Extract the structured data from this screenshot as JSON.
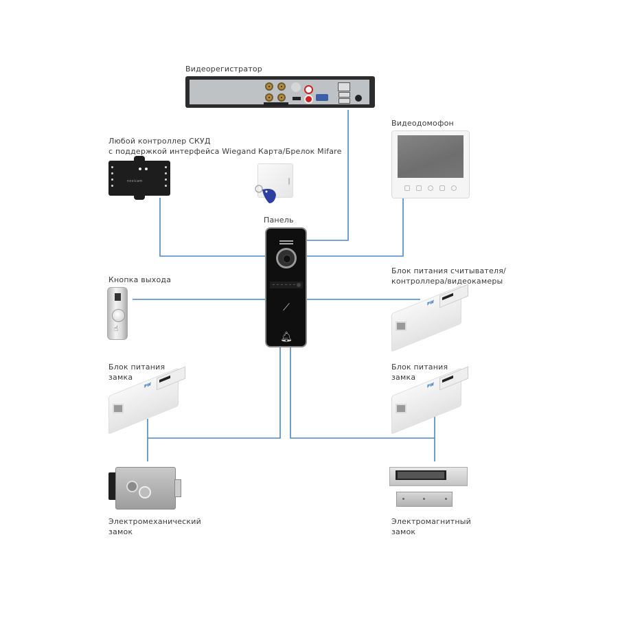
{
  "diagram": {
    "line_color": "#4a86c5",
    "nodes": {
      "dvr": {
        "label": [
          "Видеорегистратор"
        ]
      },
      "controller": {
        "label": [
          "Любой контроллер СКУД",
          "с поддержкой интерфейса Wiegand"
        ],
        "brand": "novicam"
      },
      "card": {
        "label": [
          "Карта/Брелок Mifare"
        ]
      },
      "videophone": {
        "label": [
          "Видеодомофон"
        ]
      },
      "panel": {
        "label": [
          "Панель"
        ]
      },
      "exit_button": {
        "label": [
          "Кнопка выхода"
        ]
      },
      "psu_reader": {
        "label": [
          "Блок питания считывателя/",
          "контроллера/видеокамеры"
        ]
      },
      "psu_lock_left": {
        "label": [
          "Блок питания",
          "замка"
        ]
      },
      "psu_lock_right": {
        "label": [
          "Блок питания",
          "замка"
        ]
      },
      "em_lock": {
        "label": [
          "Электромеханический",
          "замок"
        ]
      },
      "mag_lock": {
        "label": [
          "Электромагнитный",
          "замок"
        ]
      }
    },
    "connections": [
      {
        "from": "dvr",
        "to": "panel"
      },
      {
        "from": "controller",
        "to": "panel"
      },
      {
        "from": "videophone",
        "to": "panel"
      },
      {
        "from": "exit_button",
        "to": "panel"
      },
      {
        "from": "psu_reader",
        "to": "panel"
      },
      {
        "from": "panel",
        "to": "psu_lock_left"
      },
      {
        "from": "psu_lock_left",
        "to": "em_lock"
      },
      {
        "from": "panel",
        "to": "psu_lock_right"
      },
      {
        "from": "psu_lock_right",
        "to": "mag_lock"
      }
    ]
  }
}
